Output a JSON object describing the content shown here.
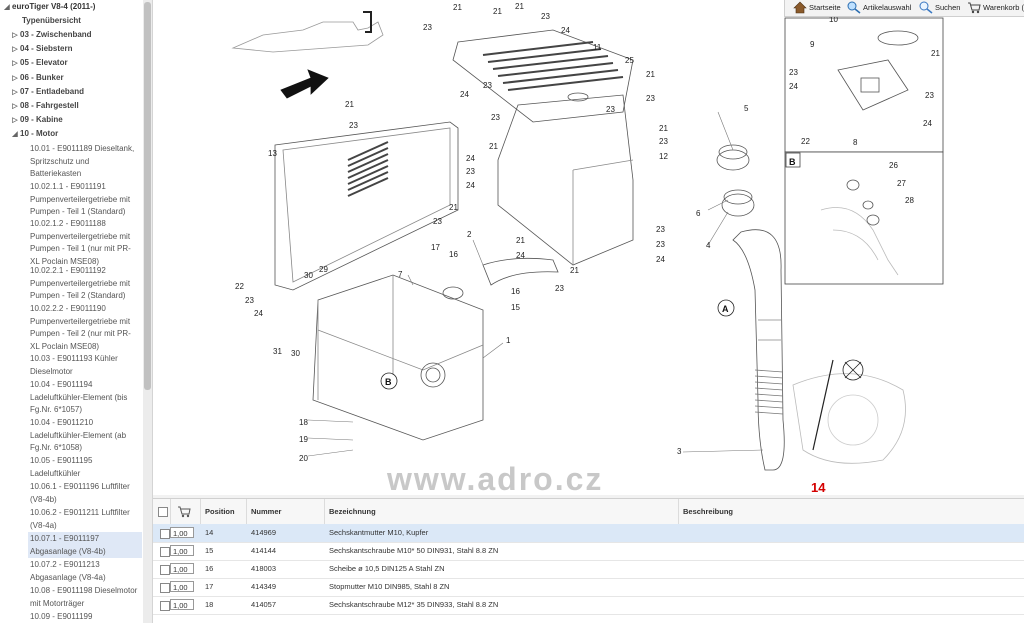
{
  "tree": {
    "root": "euroTiger V8-4 (2011-)",
    "overview": "Typenübersicht",
    "groups": [
      "03 - Zwischenband",
      "04 - Siebstern",
      "05 - Elevator",
      "06 - Bunker",
      "07 - Entladeband",
      "08 - Fahrgestell",
      "09 - Kabine",
      "10 - Motor"
    ],
    "motor_items": [
      "10.01 - E9011189 Dieseltank, Spritzschutz und Batteriekasten",
      "10.02.1.1 - E9011191 Pumpenverteilergetriebe mit Pumpen - Teil 1 (Standard)",
      "10.02.1.2 - E9011188 Pumpenverteilergetriebe mit Pumpen - Teil 1 (nur mit PR-XL Poclain MSE08)",
      "10.02.2.1 - E9011192 Pumpenverteilergetriebe mit Pumpen - Teil 2 (Standard)",
      "10.02.2.2 - E9011190 Pumpenverteilergetriebe mit Pumpen - Teil 2 (nur mit PR-XL Poclain MSE08)",
      "10.03 - E9011193 Kühler Dieselmotor",
      "10.04 - E9011194 Ladeluftkühler-Element (bis Fg.Nr. 6*1057)",
      "10.04 - E9011210 Ladeluftkühler-Element (ab Fg.Nr. 6*1058)",
      "10.05 - E9011195 Ladeluftkühler",
      "10.06.1 - E9011196 Luftfilter (V8-4b)",
      "10.06.2 - E9011211 Luftfilter (V8-4a)",
      "10.07.1 - E9011197 Abgasanlage (V8-4b)",
      "10.07.2 - E9011213 Abgasanlage (V8-4a)",
      "10.08 - E9011198 Dieselmotor mit Motorträger",
      "10.09 - E9011199"
    ],
    "selected_index": 11
  },
  "toolbar": {
    "home": "Startseite",
    "articles": "Artikelauswahl",
    "search": "Suchen",
    "cart": "Warenkorb ("
  },
  "diagram": {
    "watermark": "www.adro.cz",
    "callouts": [
      "21",
      "23",
      "24",
      "25",
      "11",
      "13",
      "12",
      "22",
      "5",
      "6",
      "4",
      "3",
      "2",
      "7",
      "1",
      "16",
      "17",
      "15",
      "18",
      "19",
      "20",
      "29",
      "30",
      "31",
      "14",
      "9",
      "10",
      "8",
      "26",
      "27",
      "28"
    ],
    "detail_labels": [
      "A",
      "B"
    ],
    "highlight_position": "14"
  },
  "table": {
    "headers": {
      "position": "Position",
      "nummer": "Nummer",
      "bezeichnung": "Bezeichnung",
      "beschreibung": "Beschreibung"
    },
    "rows": [
      {
        "qty": "1,00",
        "pos": "14",
        "nr": "414969",
        "bez": "Sechskantmutter M10, Kupfer",
        "desc": ""
      },
      {
        "qty": "1,00",
        "pos": "15",
        "nr": "414144",
        "bez": "Sechskantschraube M10* 50 DIN931, Stahl 8.8 ZN",
        "desc": ""
      },
      {
        "qty": "1,00",
        "pos": "16",
        "nr": "418003",
        "bez": "Scheibe ø 10,5 DIN125 A Stahl ZN",
        "desc": ""
      },
      {
        "qty": "1,00",
        "pos": "17",
        "nr": "414349",
        "bez": "Stopmutter M10 DIN985, Stahl 8 ZN",
        "desc": ""
      },
      {
        "qty": "1,00",
        "pos": "18",
        "nr": "414057",
        "bez": "Sechskantschraube M12* 35 DIN933, Stahl 8.8 ZN",
        "desc": ""
      }
    ],
    "selected_row": 0
  }
}
